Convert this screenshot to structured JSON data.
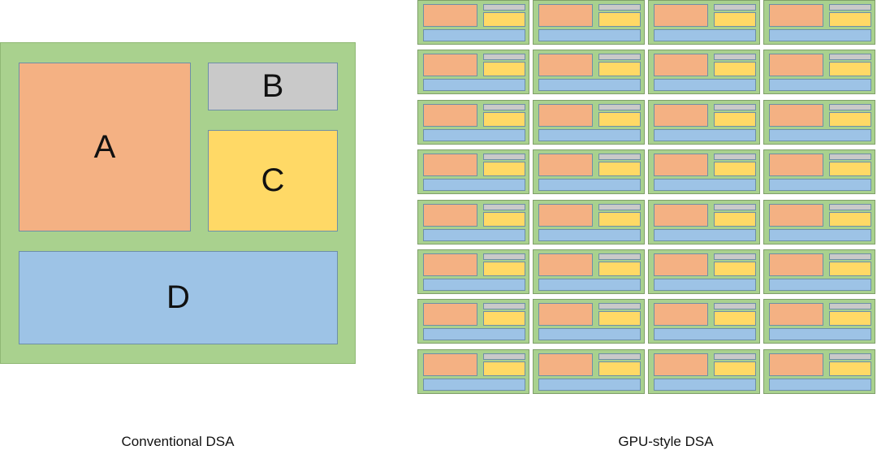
{
  "conventional": {
    "caption": "Conventional DSA",
    "blocks": {
      "a": {
        "label": "A"
      },
      "b": {
        "label": "B"
      },
      "c": {
        "label": "C"
      },
      "d": {
        "label": "D"
      }
    }
  },
  "gpu_style": {
    "caption": "GPU-style DSA",
    "rows": 8,
    "cols": 4
  },
  "colors": {
    "container_green": "#a9d18e",
    "block_a_orange": "#f4b183",
    "block_b_gray": "#c9c9c9",
    "block_c_yellow": "#ffd966",
    "block_d_blue": "#9dc3e6",
    "border": "#6d8fa8"
  }
}
